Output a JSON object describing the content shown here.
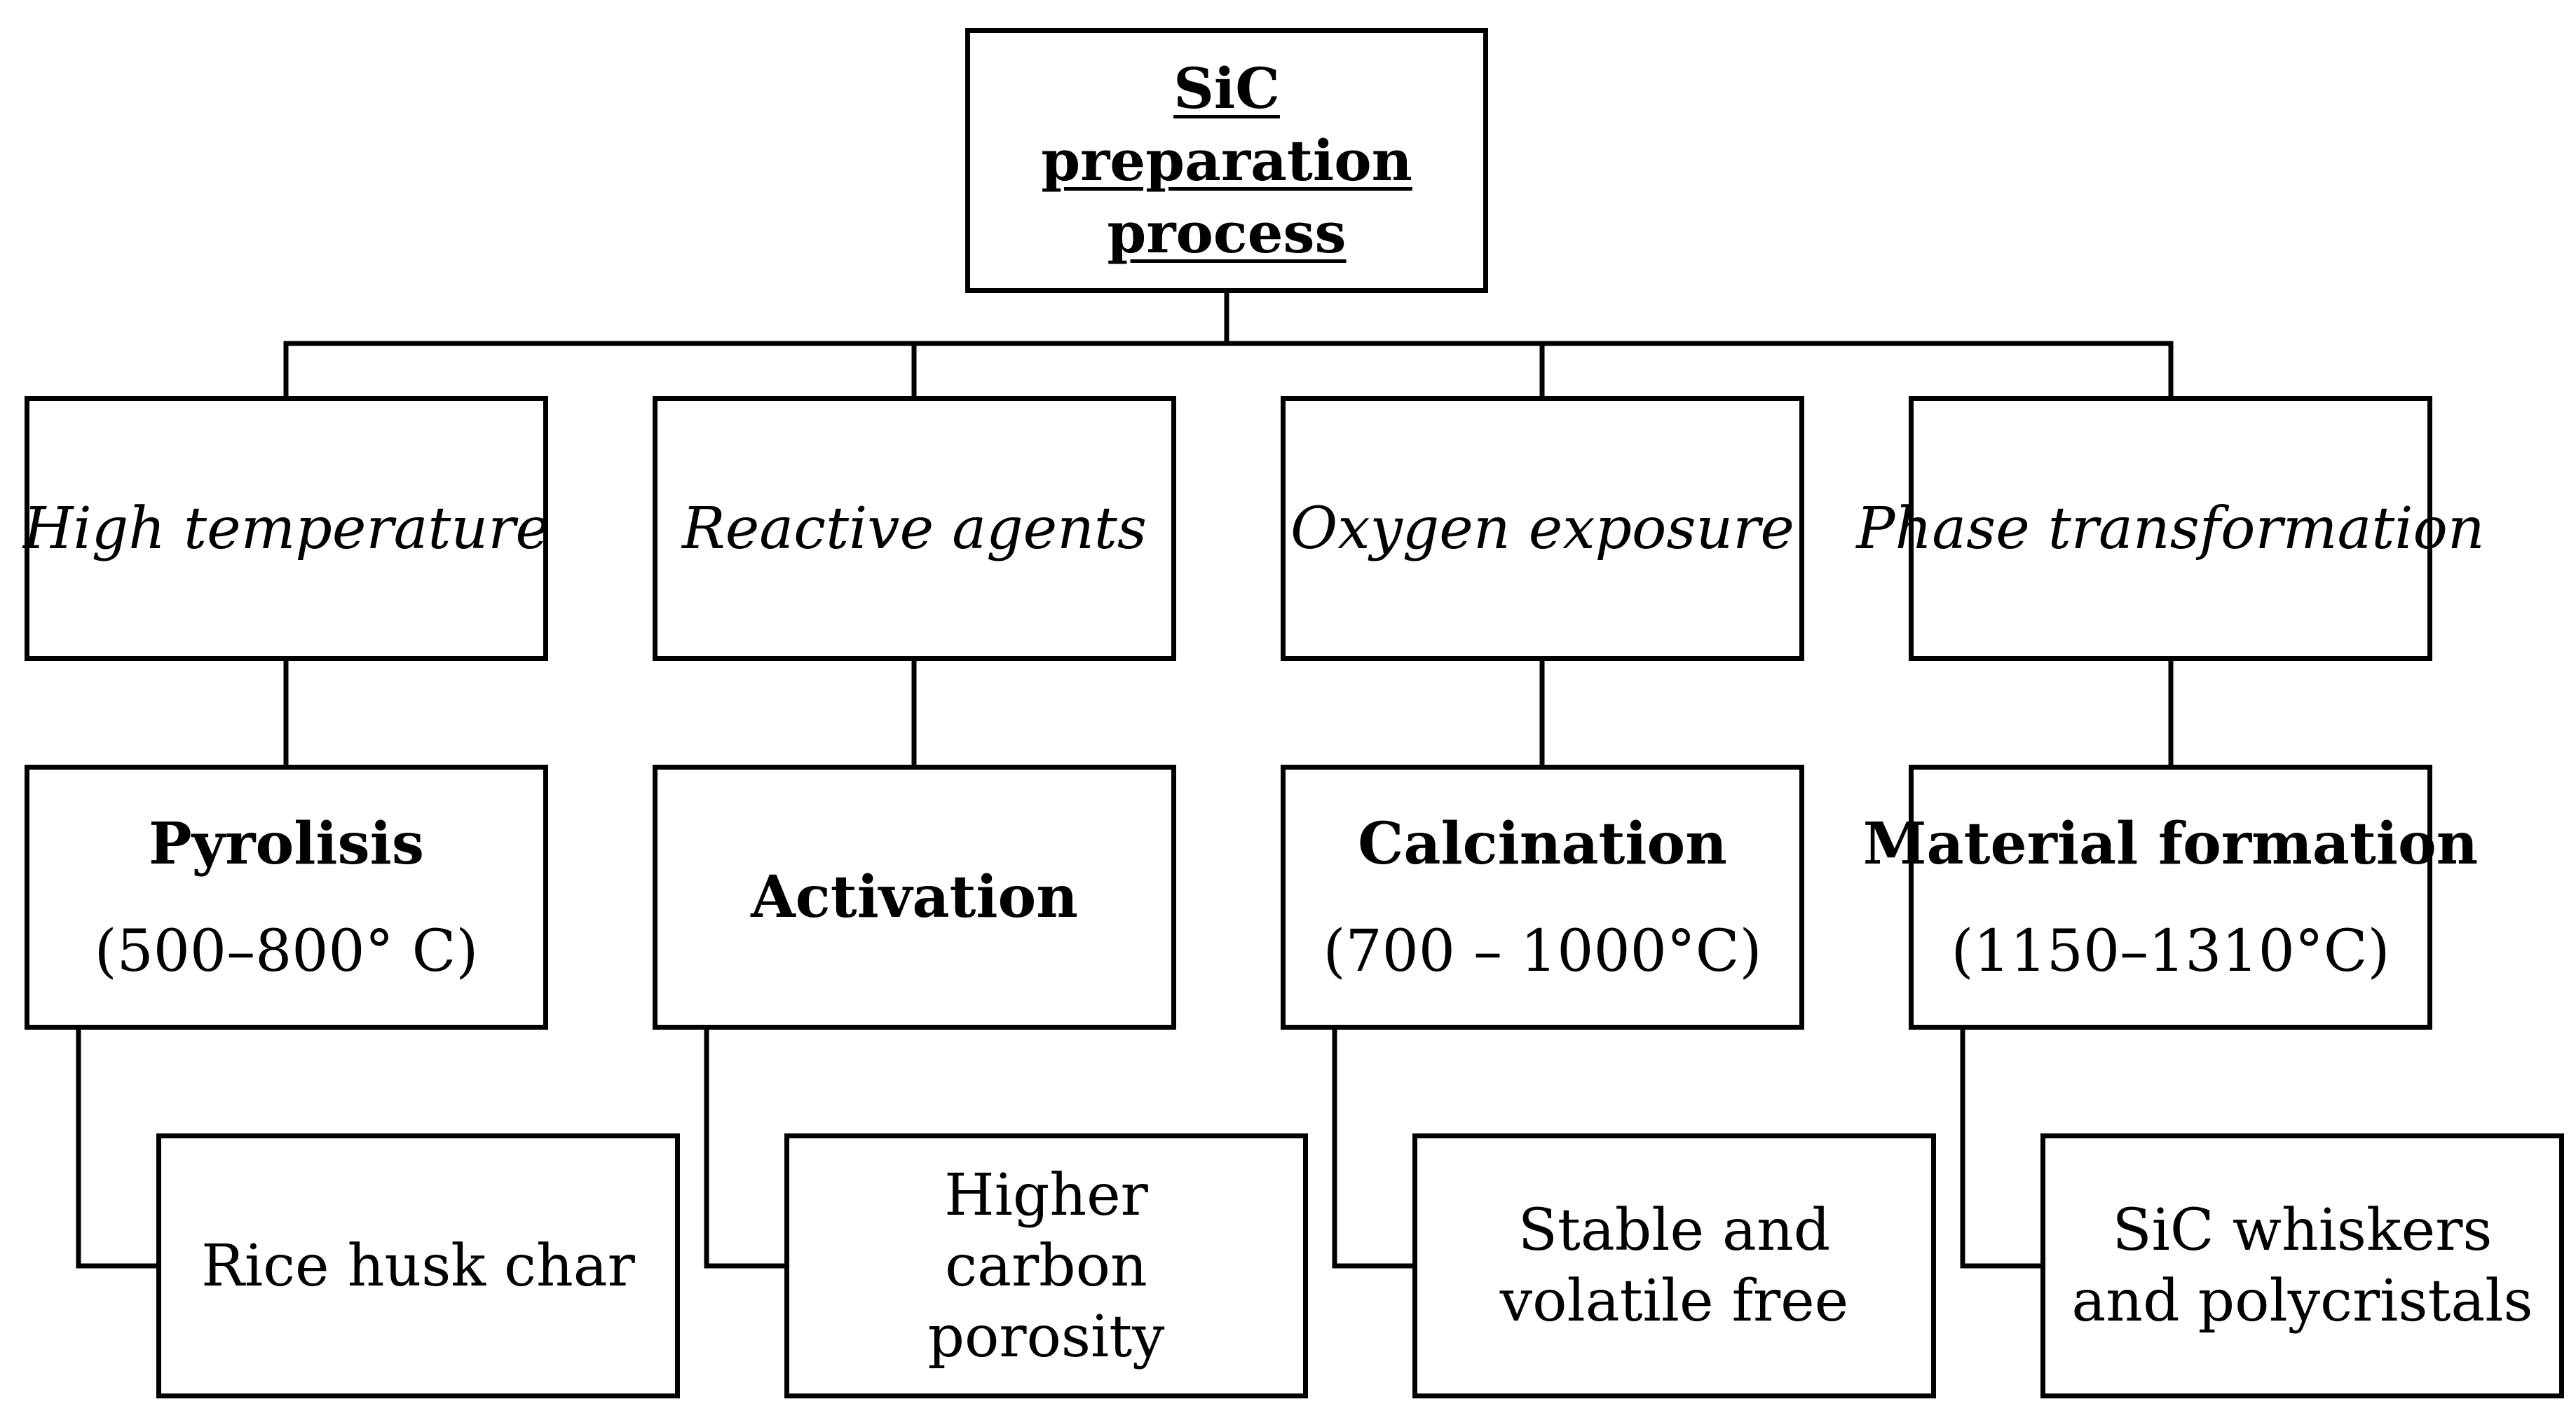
{
  "root": {
    "title": "SiC preparation process"
  },
  "branches": [
    {
      "factor": "High temperature",
      "step": {
        "name": "Pyrolisis",
        "temp": "(500–800° C)"
      },
      "result": "Rice husk char"
    },
    {
      "factor": "Reactive agents",
      "step": {
        "name": "Activation",
        "temp": ""
      },
      "result": "Higher carbon porosity"
    },
    {
      "factor": "Oxygen exposure",
      "step": {
        "name": "Calcination",
        "temp": "(700 – 1000°C)"
      },
      "result": "Stable and volatile free"
    },
    {
      "factor": "Phase transformation",
      "step": {
        "name": "Material formation",
        "temp": "(1150–1310°C)"
      },
      "result": "SiC whiskers and polycristals"
    }
  ],
  "colors": {
    "line": "#000000",
    "box_fill": "#ffffff",
    "text": "#000000"
  }
}
